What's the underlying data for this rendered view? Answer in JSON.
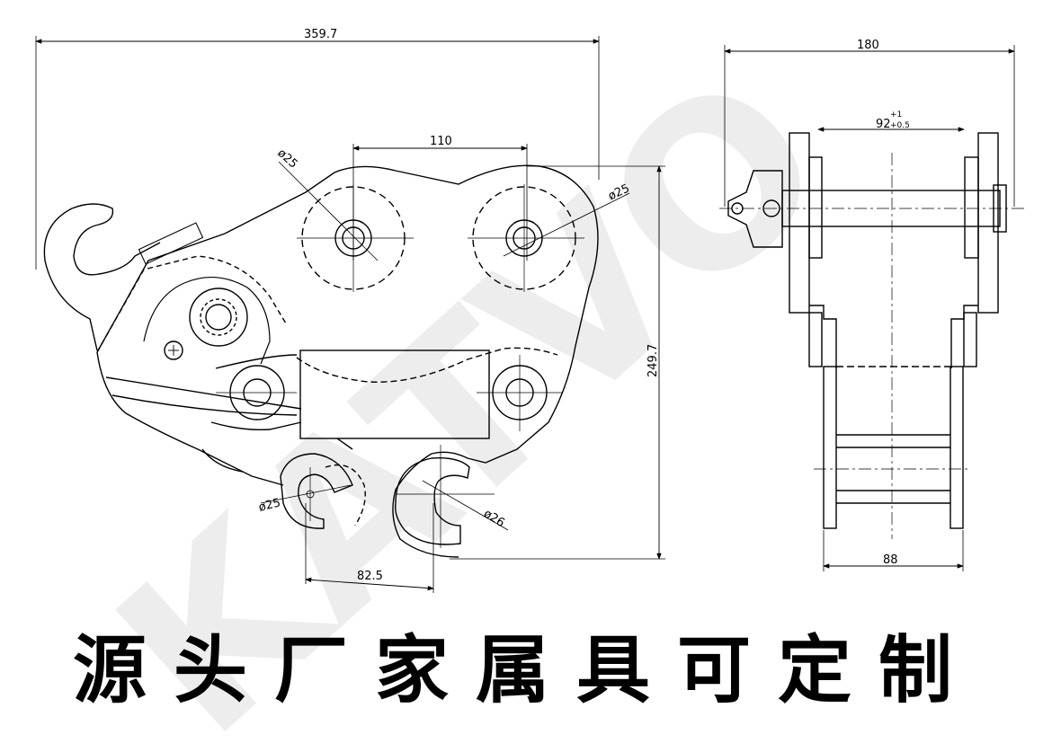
{
  "watermark": {
    "text": "KATVO",
    "color": "#e6e6e6",
    "accent_color": "#f5c6c6"
  },
  "side_view": {
    "dims": {
      "overall_width": "359.7",
      "pin_spacing": "110",
      "pin_dia_left": "ø25",
      "pin_dia_right": "ø25",
      "height": "249.7",
      "hook_dia_left": "ø25",
      "hook_dia_right": "ø26",
      "hook_spacing": "82.5"
    }
  },
  "front_view": {
    "dims": {
      "overall_width": "180",
      "inner_width": "92",
      "tol_upper": "+1",
      "tol_lower": "+0.5",
      "bottom_width": "88"
    }
  },
  "caption": "源头厂家属具可定制"
}
